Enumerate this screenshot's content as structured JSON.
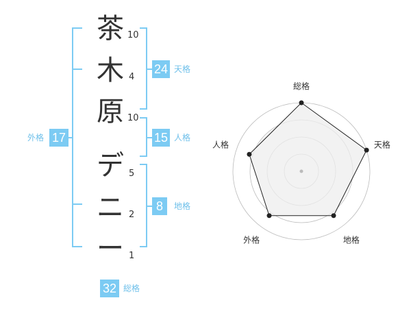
{
  "colors": {
    "accent": "#7ccbf3",
    "accent_text": "#6fc0ea",
    "text": "#333333",
    "radar_fill": "#eeeeee",
    "radar_line": "#222222",
    "ring": "#bbbbbb"
  },
  "name": {
    "chars": [
      {
        "char": "茶",
        "strokes": "10"
      },
      {
        "char": "木",
        "strokes": "4"
      },
      {
        "char": "原",
        "strokes": "10"
      },
      {
        "char": "デ",
        "strokes": "5"
      },
      {
        "char": "ニ",
        "strokes": "2"
      },
      {
        "char": "ー",
        "strokes": "1"
      }
    ]
  },
  "fortunes": {
    "tenkaku": {
      "value": "24",
      "label": "天格"
    },
    "jinkaku": {
      "value": "15",
      "label": "人格"
    },
    "chikaku": {
      "value": "8",
      "label": "地格"
    },
    "gaikaku": {
      "value": "17",
      "label": "外格"
    },
    "soukaku": {
      "value": "32",
      "label": "総格"
    }
  },
  "chart_data": {
    "type": "radar",
    "axes": [
      "総格",
      "天格",
      "地格",
      "外格",
      "人格"
    ],
    "values": [
      1.0,
      1.0,
      0.8,
      0.8,
      0.8
    ],
    "rings": 4
  }
}
